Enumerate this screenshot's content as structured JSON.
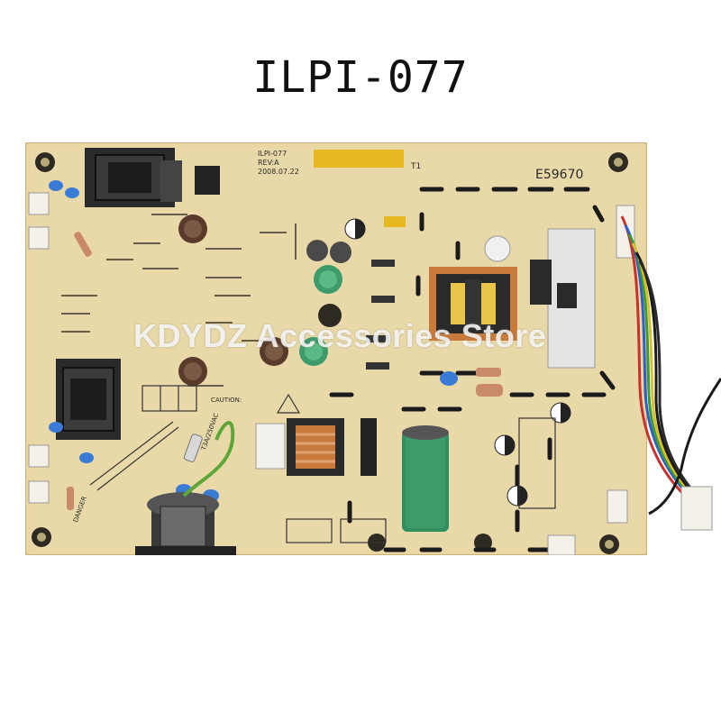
{
  "title": "ILPI-077",
  "watermark": "KDYDZ Accessories Store",
  "board": {
    "model_silk": "ILPI-077",
    "rev_silk": "REV:A",
    "date_silk": "2008.07.22",
    "cert_silk": "E59670",
    "transformer_silk": "T1",
    "fuse_silk": "T3A/250VAC",
    "caution_silk": "CAUTION:",
    "danger_silk": "DANGER"
  },
  "colors": {
    "pcb": "#e9d6a3",
    "trace_mark": "#1a1a1a",
    "transformer_core": "#2a2a2a",
    "capacitor_green": "#3d9b6a",
    "wire_red": "#c8302a",
    "wire_blue": "#2f5fc8",
    "wire_green": "#3c9a3c",
    "wire_yellow": "#d8c02a"
  }
}
